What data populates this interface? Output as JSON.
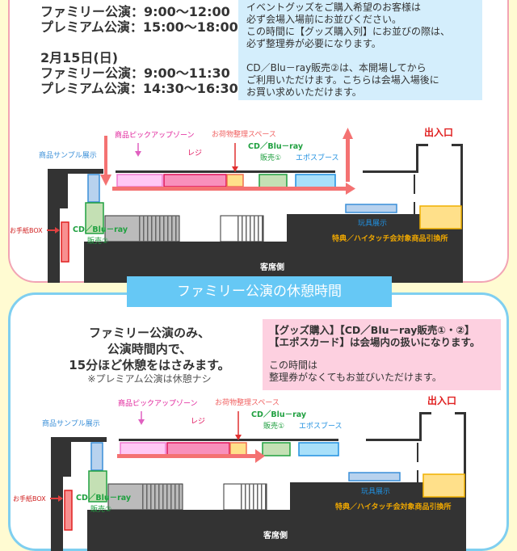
{
  "schedule": {
    "day1_lines": [
      "ファミリー公演：9:00〜12:00",
      "プレミアム公演：15:00〜18:00"
    ],
    "day2_date": "2月15日(日)",
    "day2_lines": [
      "ファミリー公演：9:00〜11:30",
      "プレミアム公演：14:30〜16:30"
    ]
  },
  "info_box": {
    "para1": [
      "イベントグッズをご購入希望のお客様は",
      "必ず会場入場前にお並びください。",
      "この時間に【グッズ購入列】にお並びの際は、",
      "必ず整理券が必要になります。"
    ],
    "para2": [
      "CD／Blu－ray販売②は、本開場してから",
      "ご利用いただけます。こちらは会場入場後に",
      "お買い求めいただけます。"
    ]
  },
  "map_labels": {
    "sample": "商品サンプル展示",
    "pickup": "商品ピックアップゾーン",
    "register": "レジ",
    "luggage": "お荷物整理スペース",
    "cd1_a": "CD／Blu－ray",
    "cd1_b": "販売①",
    "epos": "エポスブース",
    "entrance": "出入口",
    "toys": "玩具展示",
    "exchange": "特典／ハイタッチ会対象商品引換所",
    "letterbox": "お手紙BOX",
    "cd2_a": "CD／Blu－ray",
    "cd2_b": "販売②",
    "seats": "客席側"
  },
  "break_section": {
    "banner": "ファミリー公演の休憩時間",
    "lines": [
      "ファミリー公演のみ、",
      "公演時間内で、",
      "15分ほど休憩をはさみます。"
    ],
    "note": "※プレミアム公演は休憩ナシ",
    "pink_bold": [
      "【グッズ購入】【CD／Blu－ray販売①・②】",
      "【エポスカード】は会場内の扱いになります。"
    ],
    "pink_text": [
      "この時間は",
      "整理券がなくてもお並びいただけます。"
    ]
  },
  "colors": {
    "background": "#fffbd2",
    "pink_border": "#f2a4b4",
    "blue_border": "#7fcff0",
    "banner": "#66c8f5",
    "arrow": "#f47272",
    "wall": "#333333"
  }
}
